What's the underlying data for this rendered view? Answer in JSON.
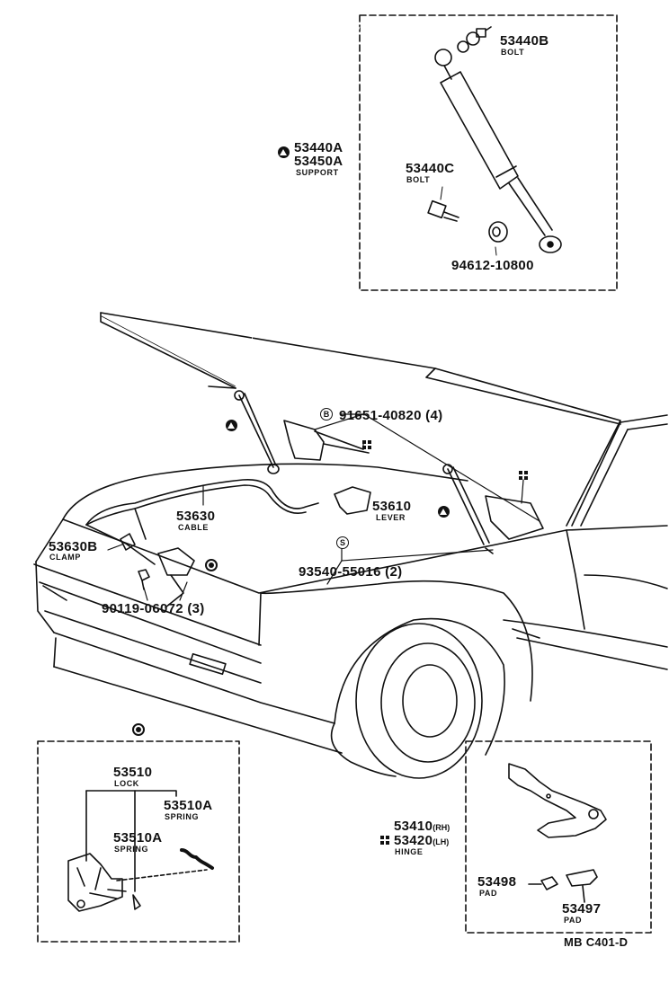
{
  "parts": {
    "bolt_b": {
      "num": "53440B",
      "name": "BOLT"
    },
    "support": {
      "num_a": "53440A",
      "num_b": "53450A",
      "name": "SUPPORT"
    },
    "bolt_c": {
      "num": "53440C",
      "name": "BOLT"
    },
    "grommet": {
      "num": "94612-10800"
    },
    "screw_b": {
      "symbol": "B",
      "num": "91651-40820 (4)"
    },
    "lever": {
      "num": "53610",
      "name": "LEVER"
    },
    "cable": {
      "num": "53630",
      "name": "CABLE"
    },
    "clamp": {
      "num": "53630B",
      "name": "CLAMP"
    },
    "screw_s": {
      "symbol": "S",
      "num": "93540-55016 (2)"
    },
    "bolt_lock": {
      "num": "90119-06072 (3)"
    },
    "lock": {
      "num": "53510",
      "name": "LOCK"
    },
    "spring_1": {
      "num": "53510A",
      "name": "SPRING"
    },
    "spring_2": {
      "num": "53510A",
      "name": "SPRING"
    },
    "hinge": {
      "num_rh": "53410",
      "rh": "(RH)",
      "num_lh": "53420",
      "lh": "(LH)",
      "name": "HINGE"
    },
    "pad_1": {
      "num": "53498",
      "name": "PAD"
    },
    "pad_2": {
      "num": "53497",
      "name": "PAD"
    }
  },
  "diagram_code": "MB C401-D",
  "icons": {
    "triangle": "triangle-in-circle-icon",
    "squares": "four-squares-icon",
    "bullseye": "bullseye-icon"
  }
}
